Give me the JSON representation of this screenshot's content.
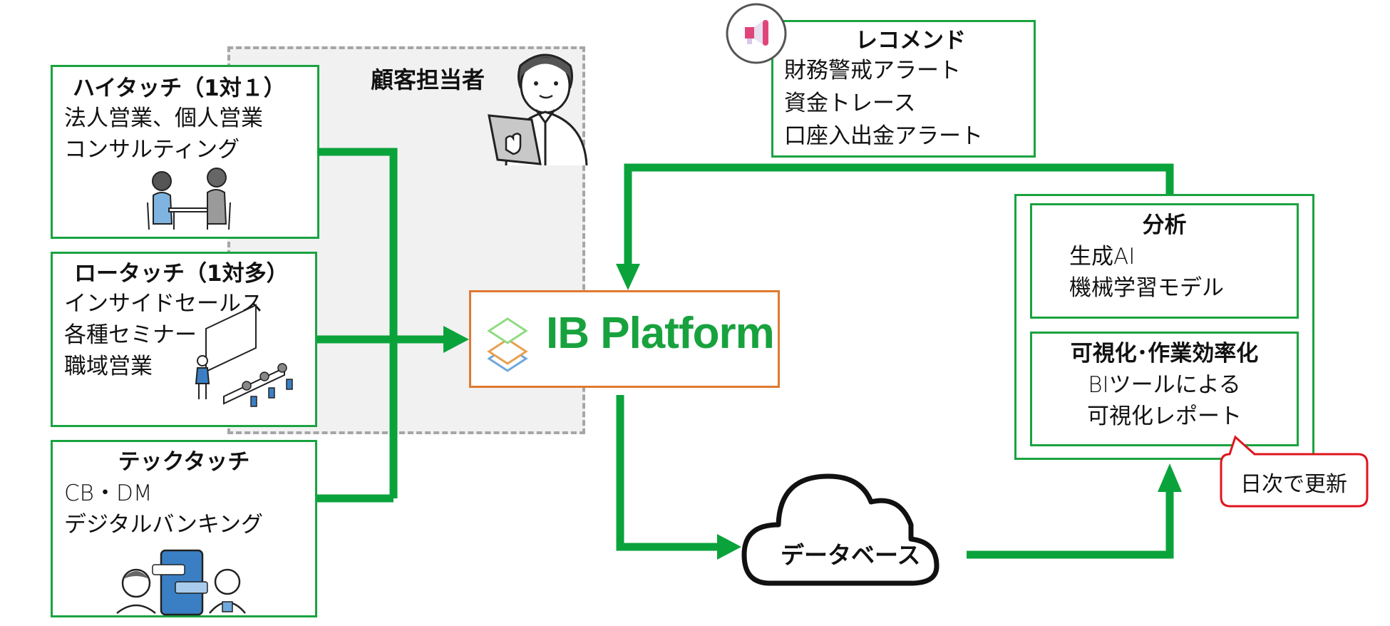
{
  "colors": {
    "flow_green": "#0aa33b",
    "box_border_green": "#1aa340",
    "platform_border_orange": "#e07a30",
    "platform_text_green": "#18a23e",
    "callout_red": "#e0141e",
    "dashed_gray": "#a6a6a6",
    "region_fill": "#f1f1f1"
  },
  "customer_rep": {
    "label": "顧客担当者",
    "icon": "person-with-laptop-icon"
  },
  "channels": [
    {
      "title": "ハイタッチ（1対１）",
      "lines": [
        "法人営業、個人営業",
        "コンサルティング"
      ],
      "icon": "face-to-face-meeting-icon"
    },
    {
      "title": "ロータッチ（1対多）",
      "lines": [
        "インサイドセールス",
        "各種セミナー",
        "職域営業"
      ],
      "icon": "seminar-icon"
    },
    {
      "title": "テックタッチ",
      "lines": [
        "CB・DM",
        "デジタルバンキング"
      ],
      "icon": "chatbot-smartphone-icon"
    }
  ],
  "platform": {
    "name": "IB Platform",
    "icon": "layers-icon"
  },
  "recommend": {
    "title": "レコメンド",
    "lines": [
      "財務警戒アラート",
      "資金トレース",
      "口座入出金アラート"
    ],
    "icon": "megaphone-icon"
  },
  "analytics": {
    "analysis": {
      "title": "分析",
      "lines": [
        "生成AI",
        "機械学習モデル"
      ]
    },
    "visualization": {
      "title": "可視化･作業効率化",
      "lines": [
        "BIツールによる",
        "可視化レポート"
      ]
    },
    "callout": "日次で更新"
  },
  "database": {
    "label": "データベース",
    "icon": "cloud-icon"
  }
}
